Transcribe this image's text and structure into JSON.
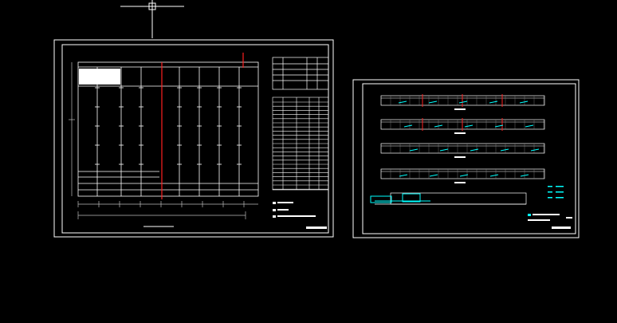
{
  "viewport": {
    "background": "#000000",
    "cursor": "crosshair-cursor"
  },
  "colors": {
    "line": "#ffffff",
    "accent_red": "#ff2020",
    "accent_cyan": "#00ffff",
    "dim_gray": "#bbbbbb"
  },
  "sheets": [
    {
      "name": "drawing-sheet-plan"
    },
    {
      "name": "drawing-sheet-sections"
    }
  ]
}
